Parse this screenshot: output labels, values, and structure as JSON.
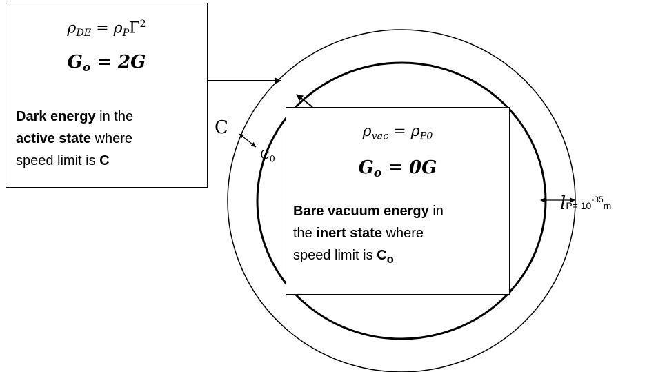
{
  "left_box": {
    "equation_1": {
      "lhs": "ρ",
      "lhs_sub": "DE",
      "rhs": "ρ",
      "rhs_sub": "P",
      "factor": "Γ",
      "factor_sup": "2"
    },
    "equation_2": {
      "lhs": "G",
      "lhs_sub": "o",
      "rhs": "2G"
    },
    "desc_bold_1": "Dark energy",
    "desc_1": " in the",
    "desc_bold_2": "active state",
    "desc_2": " where",
    "desc_3": "speed limit is ",
    "desc_bold_3": "C"
  },
  "center_box": {
    "equation_1": {
      "lhs": "ρ",
      "lhs_sub": "vac",
      "rhs": "ρ",
      "rhs_sub": "P0"
    },
    "equation_2": {
      "lhs": "G",
      "lhs_sub": "o",
      "rhs": "0G"
    },
    "desc_bold_1": "Bare vacuum energy",
    "desc_1": " in",
    "desc_2": "the ",
    "desc_bold_2": "inert state",
    "desc_3": " where",
    "desc_4": "speed limit is ",
    "desc_bold_3": "C",
    "desc_bold_3_sub": "o"
  },
  "labels": {
    "c": "C",
    "c0": "C",
    "c0_sub": "0",
    "lp_symbol": "l",
    "lp_text": "P= 10",
    "lp_exp": "-35",
    "lp_unit": "m"
  }
}
